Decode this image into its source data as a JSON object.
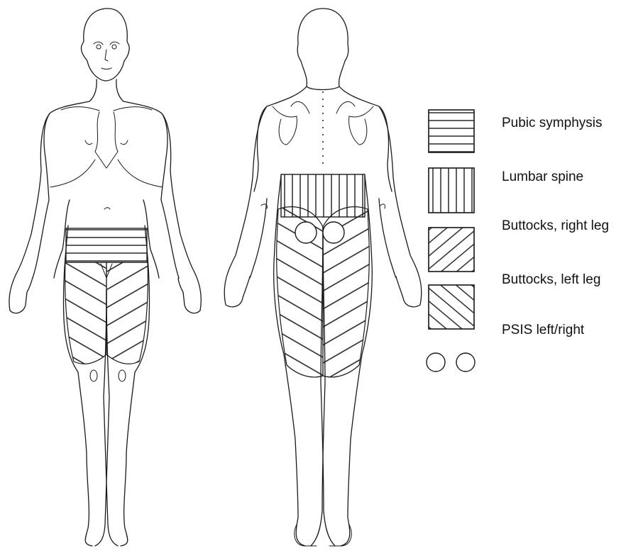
{
  "legend": {
    "items": [
      {
        "label": "Pubic symphysis",
        "pattern": "horizontal-lines"
      },
      {
        "label": "Lumbar spine",
        "pattern": "vertical-lines"
      },
      {
        "label": "Buttocks, right leg",
        "pattern": "diagonal-lines-ascending"
      },
      {
        "label": "Buttocks, left leg",
        "pattern": "diagonal-lines-descending"
      },
      {
        "label": "PSIS left/right",
        "pattern": "two-circles"
      }
    ]
  },
  "colors": {
    "ink": "#1a1a1a",
    "background": "#ffffff"
  }
}
